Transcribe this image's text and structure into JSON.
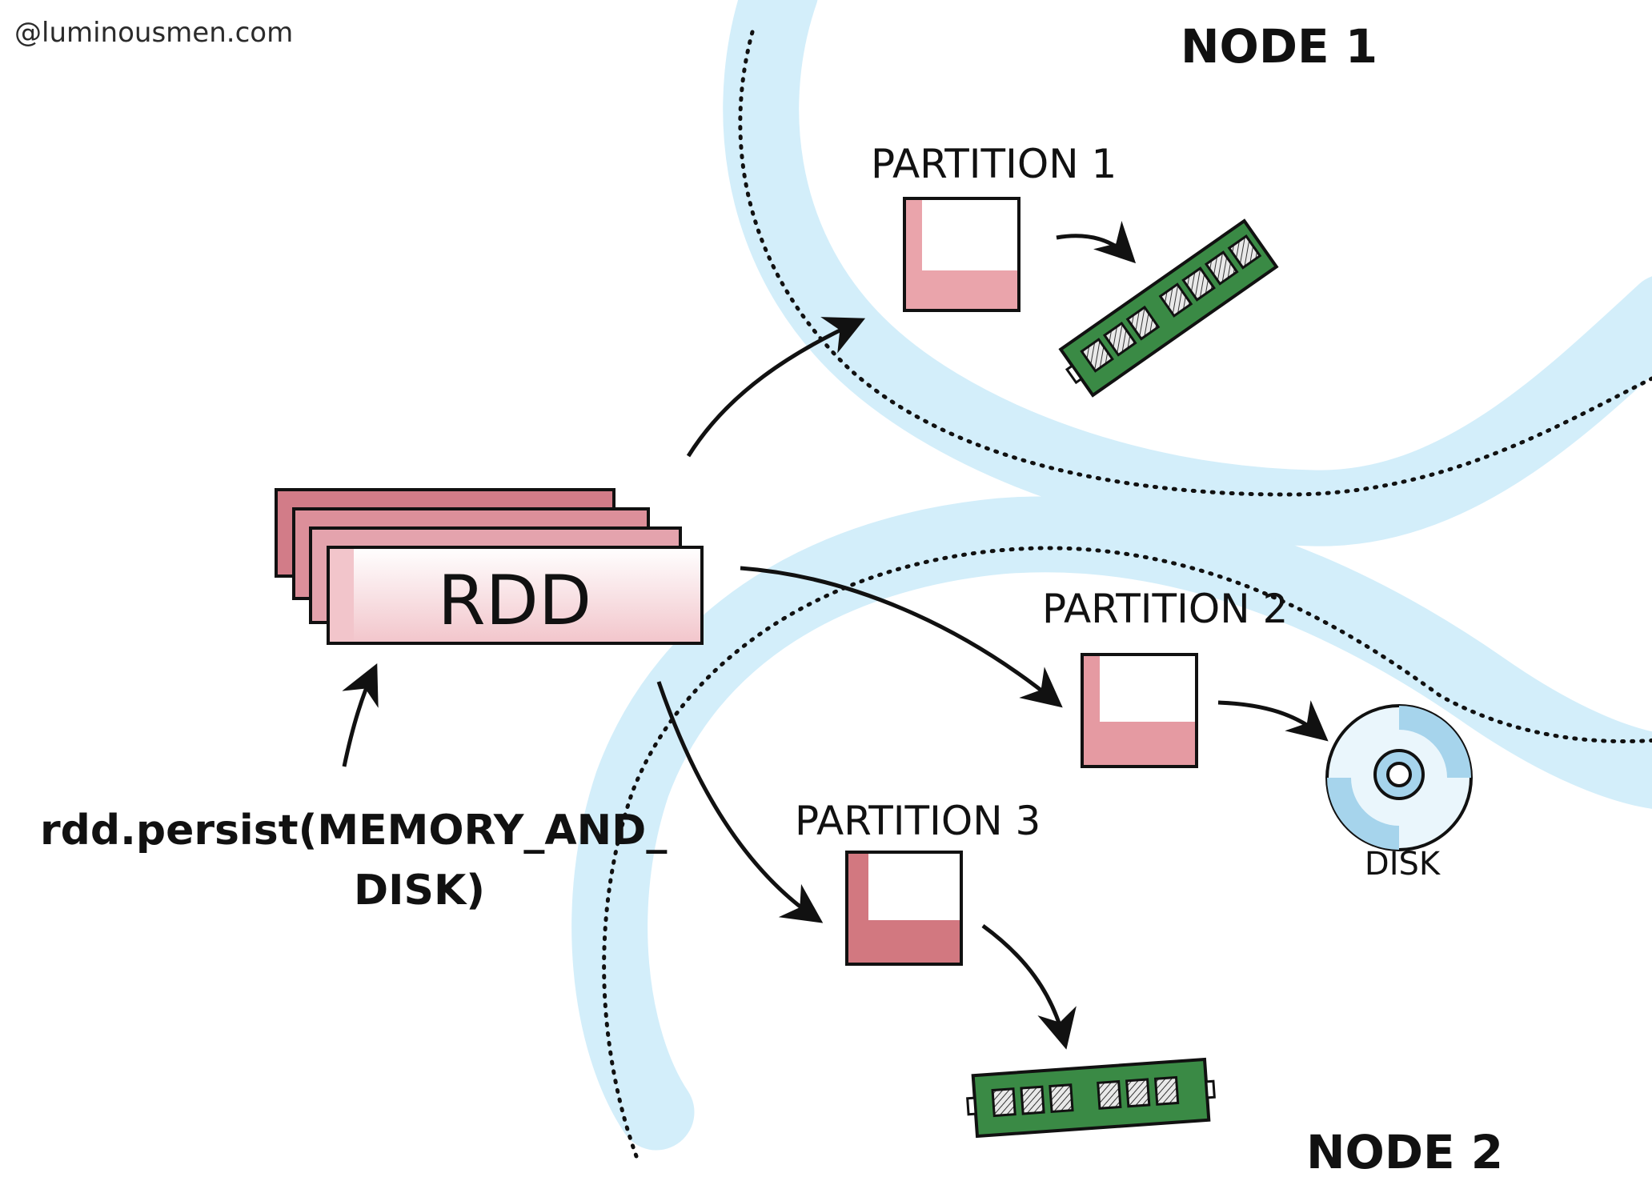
{
  "watermark": "@luminousmen.com",
  "colors": {
    "river": "#d3eefa",
    "rdd_pink": "#e8aab1",
    "rdd_pink_dark": "#d27c88",
    "ram_green": "#3a8a45",
    "disk_blue": "#a6d4ec",
    "ink": "#111111"
  },
  "nodes": [
    {
      "id": "node1",
      "label": "NODE 1"
    },
    {
      "id": "node2",
      "label": "NODE 2"
    }
  ],
  "rdd": {
    "label": "RDD"
  },
  "code": {
    "line1": "rdd.persist(MEMORY_AND_",
    "line2": "DISK)"
  },
  "partitions": [
    {
      "label": "PARTITION 1",
      "storage": "ram-icon"
    },
    {
      "label": "PARTITION 2",
      "storage": "disk-icon"
    },
    {
      "label": "PARTITION 3",
      "storage": "ram-icon"
    }
  ],
  "disk": {
    "label": "DISK"
  }
}
